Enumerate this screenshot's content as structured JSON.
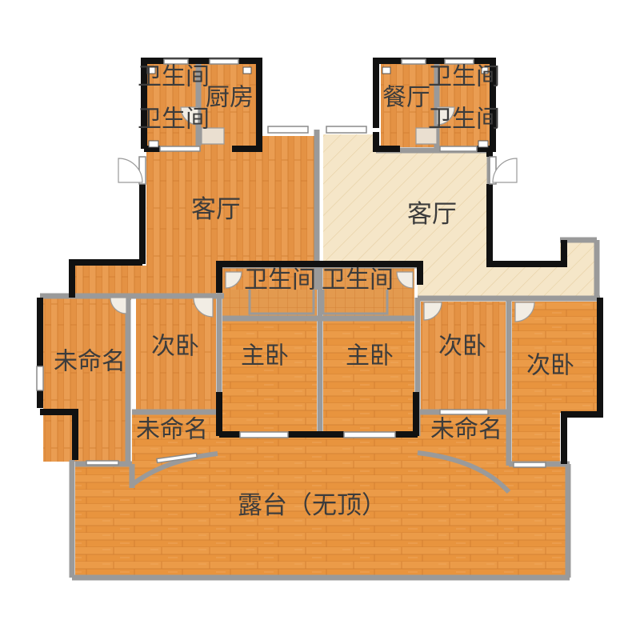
{
  "colors": {
    "wood": "#e8943e",
    "wood_light": "#eda25a",
    "wood_line": "#c9752a",
    "wall_black": "#111111",
    "wall_gray": "#9a9a9a",
    "tile": "#f5e6c8",
    "tile_line": "#e2c9a0",
    "label": "#3c3c3c"
  },
  "rooms": {
    "bath_tl_1": "卫生间",
    "kitchen": "厨房",
    "bath_tl_2": "卫生间",
    "dining": "餐厅",
    "bath_tr_1": "卫生间",
    "bath_tr_2": "卫生间",
    "living_left": "客厅",
    "living_right": "客厅",
    "bath_mid_left": "卫生间",
    "bath_mid_right": "卫生间",
    "unnamed_left": "未命名",
    "second_bed_1": "次卧",
    "master_left": "主卧",
    "master_right": "主卧",
    "second_bed_2": "次卧",
    "second_bed_3": "次卧",
    "unnamed_mid_left": "未命名",
    "unnamed_mid_right": "未命名",
    "terrace": "露台（无顶）"
  }
}
